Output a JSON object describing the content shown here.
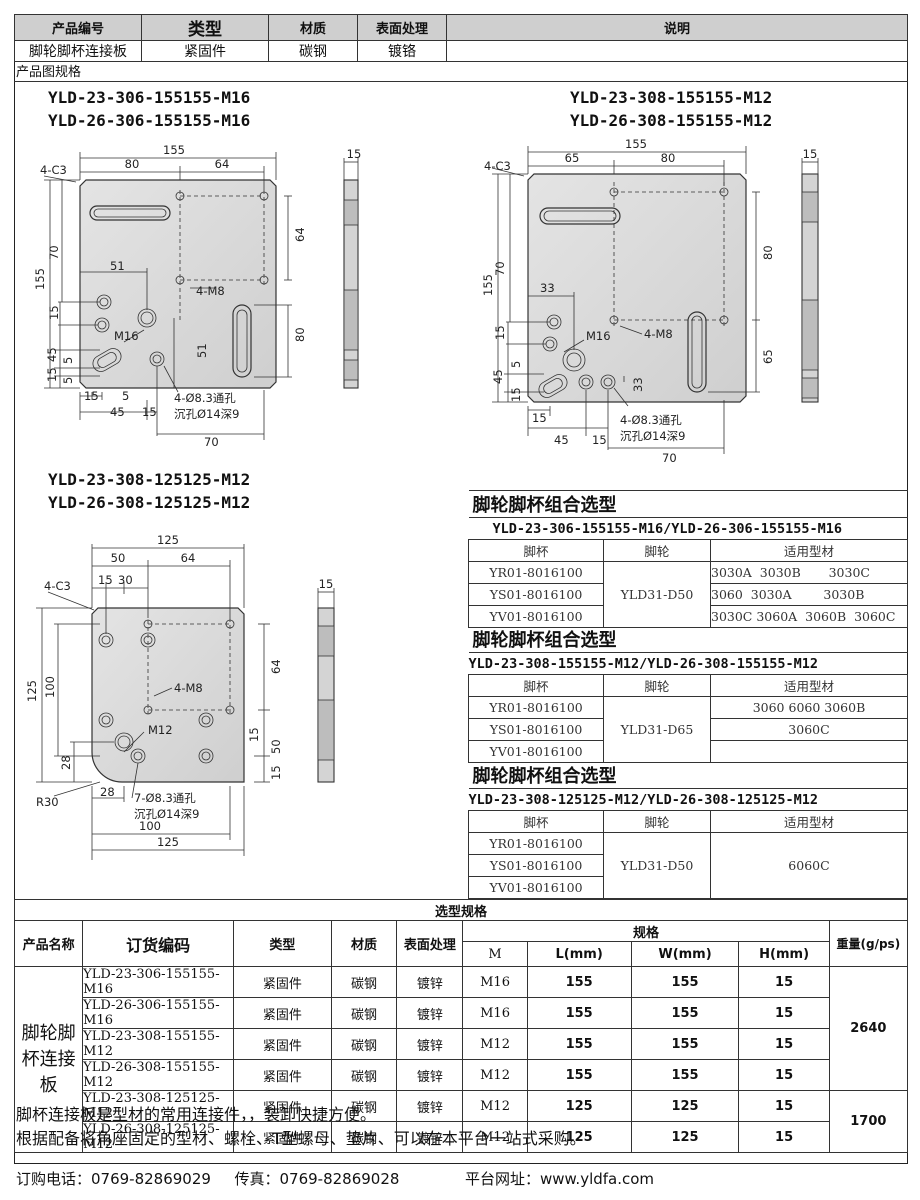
{
  "header": {
    "columns": [
      "产品编号",
      "类型",
      "材质",
      "表面处理",
      "说明"
    ],
    "values": [
      "脚轮脚杯连接板",
      "紧固件",
      "碳钢",
      "镀铬",
      ""
    ]
  },
  "spec_label": "产品图规格",
  "drawing1": {
    "models": [
      "YLD-23-306-155155-M16",
      "YLD-26-306-155155-M16"
    ],
    "dims": {
      "w": "155",
      "a": "80",
      "b": "64",
      "t": "15",
      "c": "4-C3",
      "h": "155",
      "v70": "70",
      "v64": "64",
      "v51": "51",
      "m8": "4-M8",
      "v15": "15",
      "m16": "M16",
      "v51b": "51",
      "v80": "80",
      "v45": "45",
      "v5": "5",
      "v15b": "15",
      "v5b": "5",
      "h15": "15",
      "h5": "5",
      "h45": "45",
      "h15b": "15",
      "hole1": "4-Ø8.3通孔",
      "hole2": "沉孔Ø14深9",
      "h70": "70"
    }
  },
  "drawing2": {
    "models": [
      "YLD-23-308-155155-M12",
      "YLD-26-308-155155-M12"
    ],
    "dims": {
      "w": "155",
      "a": "65",
      "b": "80",
      "t": "15",
      "c": "4-C3",
      "h": "155",
      "v70": "70",
      "v80": "80",
      "v33": "33",
      "v15": "15",
      "m16": "M16",
      "m8": "4-M8",
      "v65": "65",
      "v45": "45",
      "v5": "5",
      "v15b": "15",
      "v33b": "33",
      "h15": "15",
      "h45": "45",
      "h15b": "15",
      "hole1": "4-Ø8.3通孔",
      "hole2": "沉孔Ø14深9",
      "h70": "70"
    }
  },
  "drawing3": {
    "models": [
      "YLD-23-308-125125-M12",
      "YLD-26-308-125125-M12"
    ],
    "dims": {
      "w": "125",
      "a": "50",
      "b": "64",
      "c15": "15",
      "c30": "30",
      "c": "4-C3",
      "t": "15",
      "h": "125",
      "v100": "100",
      "v64": "64",
      "m8": "4-M8",
      "m12": "M12",
      "v28": "28",
      "v15": "15",
      "v50": "50",
      "v15b": "15",
      "r30": "R30",
      "h28": "28",
      "hole1": "7-Ø8.3通孔",
      "hole2": "沉孔Ø14深9",
      "h100": "100",
      "h125": "125"
    }
  },
  "combos": [
    {
      "title": "脚轮脚杯组合选型",
      "sub": "YLD-23-306-155155-M16/YLD-26-306-155155-M16",
      "cols": [
        "脚杯",
        "脚轮",
        "适用型材"
      ],
      "cups": [
        "YR01-8016100",
        "YS01-8016100",
        "YV01-8016100"
      ],
      "wheel": "YLD31-D50",
      "profiles": [
        "3030A  3030B       3030C",
        "3060  3030A        3030B",
        "3030C 3060A  3060B  3060C"
      ]
    },
    {
      "title": "脚轮脚杯组合选型",
      "sub": "YLD-23-308-155155-M12/YLD-26-308-155155-M12",
      "cols": [
        "脚杯",
        "脚轮",
        "适用型材"
      ],
      "cups": [
        "YR01-8016100",
        "YS01-8016100",
        "YV01-8016100"
      ],
      "wheel": "YLD31-D65",
      "profiles": [
        "3060 6060 3060B",
        "3060C",
        ""
      ]
    },
    {
      "title": "脚轮脚杯组合选型",
      "sub": "YLD-23-308-125125-M12/YLD-26-308-125125-M12",
      "cols": [
        "脚杯",
        "脚轮",
        "适用型材"
      ],
      "cups": [
        "YR01-8016100",
        "YS01-8016100",
        "YV01-8016100"
      ],
      "wheel": "YLD31-D50",
      "profiles": [
        "6060C"
      ]
    }
  ],
  "selection": {
    "title": "选型规格",
    "cols": [
      "产品名称",
      "订货编码",
      "类型",
      "材质",
      "表面处理",
      "规格",
      "重量(g/ps)"
    ],
    "subcols": [
      "M",
      "L(mm)",
      "W(mm)",
      "H(mm)"
    ],
    "product_name": "脚轮脚杯连接板",
    "rows": [
      {
        "code": "YLD-23-306-155155-M16",
        "type": "紧固件",
        "mat": "碳钢",
        "surf": "镀锌",
        "m": "M16",
        "l": "155",
        "w": "155",
        "h": "15"
      },
      {
        "code": "YLD-26-306-155155-M16",
        "type": "紧固件",
        "mat": "碳钢",
        "surf": "镀锌",
        "m": "M16",
        "l": "155",
        "w": "155",
        "h": "15"
      },
      {
        "code": "YLD-23-308-155155-M12",
        "type": "紧固件",
        "mat": "碳钢",
        "surf": "镀锌",
        "m": "M12",
        "l": "155",
        "w": "155",
        "h": "15"
      },
      {
        "code": "YLD-26-308-155155-M12",
        "type": "紧固件",
        "mat": "碳钢",
        "surf": "镀锌",
        "m": "M12",
        "l": "155",
        "w": "155",
        "h": "15"
      },
      {
        "code": "YLD-23-308-125125-M12",
        "type": "紧固件",
        "mat": "碳钢",
        "surf": "镀锌",
        "m": "M12",
        "l": "125",
        "w": "125",
        "h": "15"
      },
      {
        "code": "YLD-26-308-125125-M12",
        "type": "紧固件",
        "mat": "碳钢",
        "surf": "镀锌",
        "m": "M12",
        "l": "125",
        "w": "125",
        "h": "15"
      }
    ],
    "weights": [
      "2640",
      "1700"
    ]
  },
  "notes": [
    "脚杯连接板是型材的常用连接件，，装卸快捷方便。",
    "根据配备将角座固定的型材、螺栓、T型螺母、垫片、可以在本平台一站式采购。"
  ],
  "footer": {
    "phone": "订购电话：0769-82869029",
    "fax": "传真：0769-82869028",
    "site": "平台网址：www.yldfa.com"
  }
}
